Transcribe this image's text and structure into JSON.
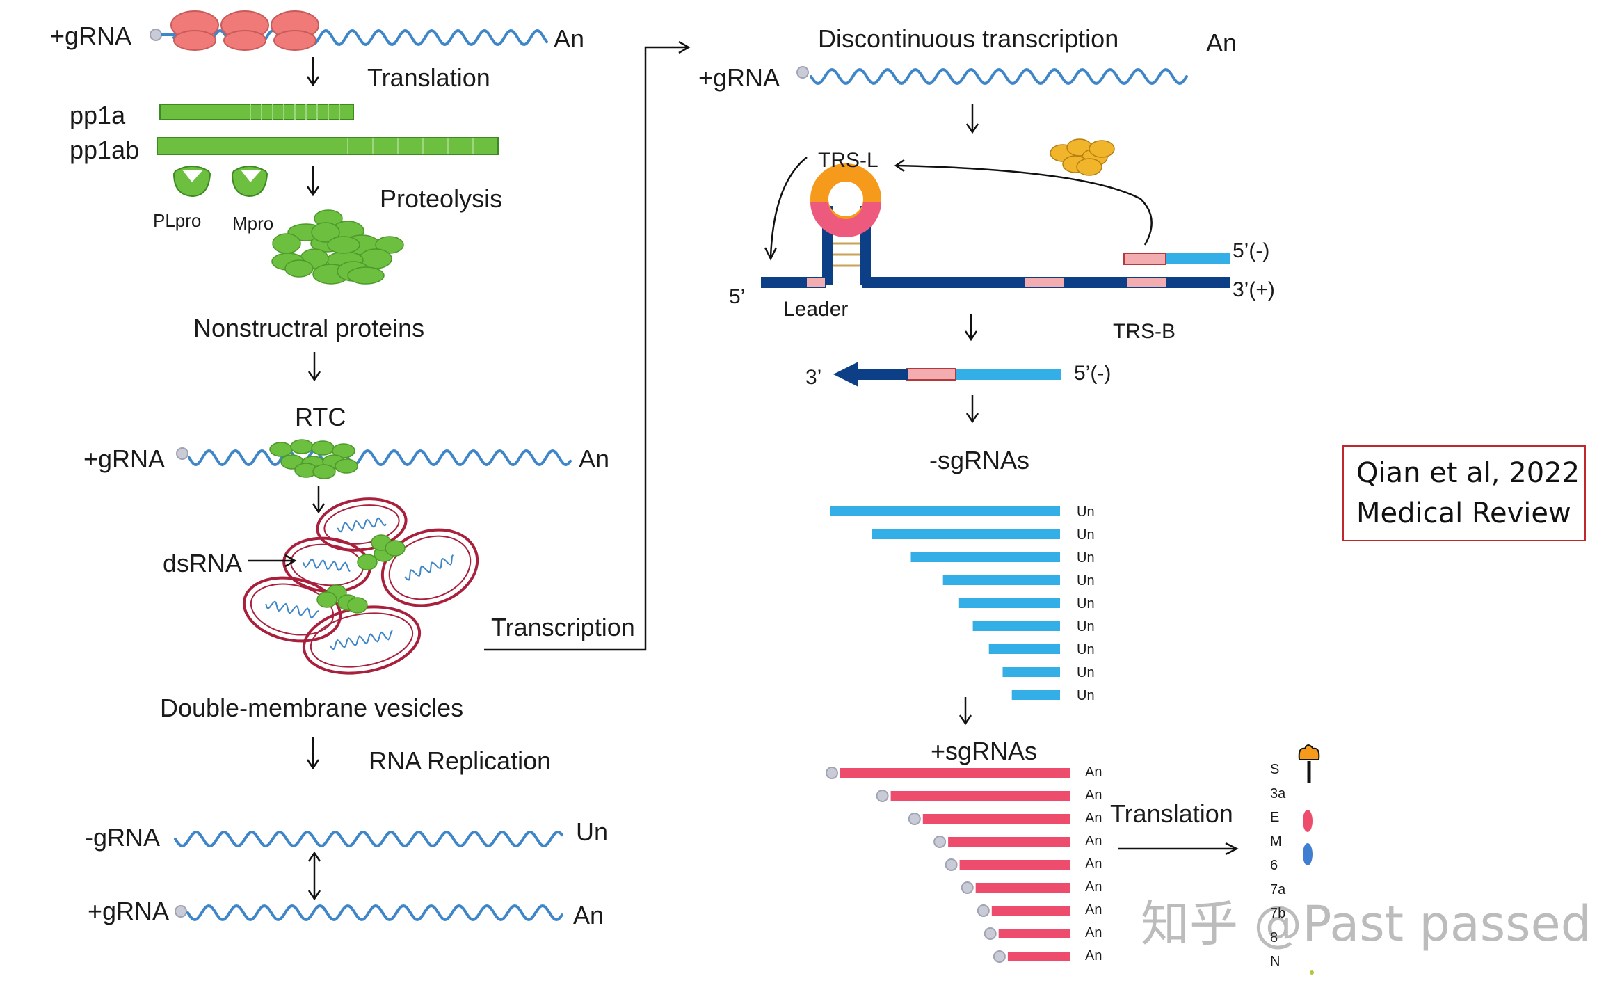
{
  "labels": {
    "gRNA_top": "+gRNA",
    "An_top": "An",
    "translation": "Translation",
    "pp1a": "pp1a",
    "pp1ab": "pp1ab",
    "plpro": "PLpro",
    "mpro": "Mpro",
    "proteolysis": "Proteolysis",
    "nsp": "Nonstructral proteins",
    "rtc": "RTC",
    "gRNA_rtc": "+gRNA",
    "An_rtc": "An",
    "dsrna": "dsRNA",
    "transcription": "Transcription",
    "dmv": "Double-membrane vesicles",
    "rna_replication": "RNA Replication",
    "neg_gRNA": "-gRNA",
    "Un_rep": "Un",
    "pos_gRNA": "+gRNA",
    "An_rep": "An",
    "disc_transcription": "Discontinuous transcription",
    "An_disc": "An",
    "gRNA_disc": "+gRNA",
    "trs_l": "TRS-L",
    "five_prime": "5’",
    "leader": "Leader",
    "five_neg": "5’(-)",
    "three_pos": "3’(+)",
    "trs_b": "TRS-B",
    "three_prime": "3’",
    "five_neg2": "5’(-)",
    "neg_sgrnas": "-sgRNAs",
    "pos_sgrnas": "+sgRNAs",
    "translation2": "Translation"
  },
  "neg_sgrna_bars": [
    {
      "label": "Un",
      "length": 1.0
    },
    {
      "label": "Un",
      "length": 0.82
    },
    {
      "label": "Un",
      "length": 0.65
    },
    {
      "label": "Un",
      "length": 0.51
    },
    {
      "label": "Un",
      "length": 0.44
    },
    {
      "label": "Un",
      "length": 0.38
    },
    {
      "label": "Un",
      "length": 0.31
    },
    {
      "label": "Un",
      "length": 0.25
    },
    {
      "label": "Un",
      "length": 0.21
    }
  ],
  "pos_sgrna_bars": [
    {
      "label": "An",
      "length": 1.0
    },
    {
      "label": "An",
      "length": 0.78
    },
    {
      "label": "An",
      "length": 0.64
    },
    {
      "label": "An",
      "length": 0.53
    },
    {
      "label": "An",
      "length": 0.48
    },
    {
      "label": "An",
      "length": 0.41
    },
    {
      "label": "An",
      "length": 0.34
    },
    {
      "label": "An",
      "length": 0.31
    },
    {
      "label": "An",
      "length": 0.27
    }
  ],
  "proteins": [
    "S",
    "3a",
    "E",
    "M",
    "6",
    "7a",
    "7b",
    "8",
    "N"
  ],
  "citation": {
    "line1": "Qian et al, 2022",
    "line2": "Medical Review"
  },
  "watermark": "知乎 @Past passed",
  "colors": {
    "rna_wave": "#3f86c8",
    "ribosome": "#f07a78",
    "protein_green": "#6cbf3f",
    "vesicle": "#a8203c",
    "dark_blue": "#0c3f86",
    "light_blue": "#33aee6",
    "pink": "#ee4c6c",
    "trs_pink": "#f3adb0",
    "loop_orange": "#f59a1a",
    "citation_border": "#c0282d"
  }
}
